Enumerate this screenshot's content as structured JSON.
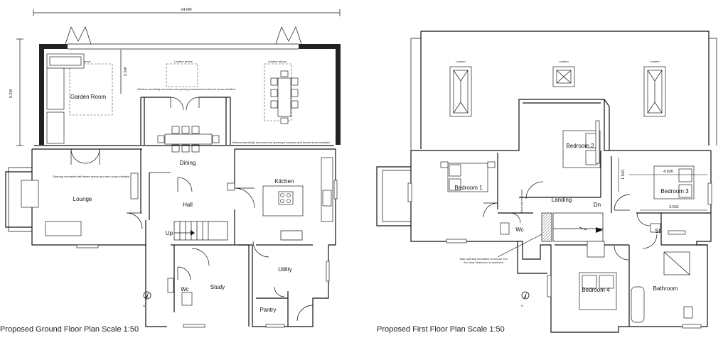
{
  "ground_floor": {
    "caption": "Proposed Ground Floor Plan Scale 1:50",
    "dims": {
      "overall_width": "14.6M",
      "depth": "5.2M",
      "depth2": "2.5M"
    },
    "rooms": {
      "garden_room": "Garden Room",
      "dining": "Dining",
      "kitchen": "Kitchen",
      "lounge": "Lounge",
      "hall": "Hall",
      "up": "Up",
      "study": "Study",
      "wc": "Wc",
      "utility": "Utility",
      "pantry": "Pantry"
    },
    "notes": {
      "lantern_1": "Lantern above",
      "lantern_2": "Lantern above",
      "lantern_3": "Lantern above",
      "window_mid": "Window sized/silly removed and opening increased and french doors installed",
      "window_kitchen": "Window sized/silly removed and opening increased and french doors installed",
      "lounge_opening": "Opening increased with beam above and new doors installed"
    },
    "north": "N"
  },
  "first_floor": {
    "caption": "Proposed First Floor Plan Scale 1:50",
    "dims": {
      "d1": "1.542",
      "d2": "4.630",
      "d3": "3.501"
    },
    "rooms": {
      "bedroom1": "Bedroom 1",
      "bedroom2": "Bedroom 2",
      "bedroom3": "Bedroom 3",
      "bedroom4": "Bedroom 4",
      "landing": "Landing",
      "dn": "Dn",
      "wc": "Wc",
      "st": "St",
      "bathroom": "Bathroom"
    },
    "notes": {
      "lantern_1": "Lantern",
      "lantern_2": "Lantern",
      "lantern_3": "Lantern",
      "stair_note_1": "Stair opening increased to ensure min",
      "stair_note_2": "2m clear headroom is achieved",
      "stair_note_3": "Stud wall removed"
    },
    "north": "N"
  }
}
